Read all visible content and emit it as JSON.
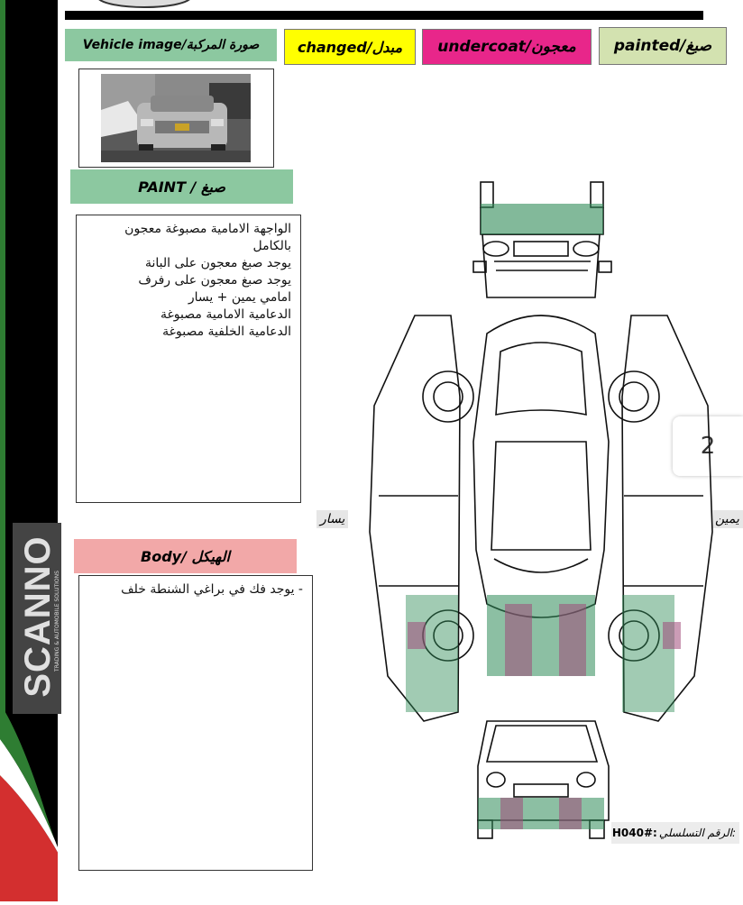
{
  "legend": {
    "vehicle_image": "Vehicle image/صورة المركبة",
    "changed": "changed/مبدل",
    "undercoat": "undercoat/معجون",
    "painted": "painted/صبغ"
  },
  "paint": {
    "header": "PAINT / صبغ",
    "notes": [
      "الواجهة الامامية مصبوغة معجون",
      "بالكامل",
      "يوجد صبغ معجون على البانة",
      "يوجد صبغ معجون على رفرف",
      "امامي يمين + يسار",
      "الدعامية الامامية مصبوغة",
      "الدعامية الخلفية مصبوغة"
    ]
  },
  "body": {
    "header": "Body/ الهيكل",
    "notes": [
      "- يوجد فك في براغي الشنطة خلف"
    ]
  },
  "diagram": {
    "left_label": "يسار",
    "right_label": "يمين",
    "page_number": "2"
  },
  "serial": {
    "label": "الرقم التسلسلي:",
    "value": "H040#:"
  },
  "brand": {
    "name": "SCANNO",
    "tagline": "TRADING & AUTOMOBILE SOLUTIONS"
  },
  "colors": {
    "painted": "#d3e2b0",
    "undercoat": "#e8268a",
    "changed": "#ffff00",
    "section_green": "#8cc8a0",
    "section_pink": "#f2a8a8",
    "mark_green": "#2e8b57",
    "mark_purple": "#a04a7a"
  }
}
